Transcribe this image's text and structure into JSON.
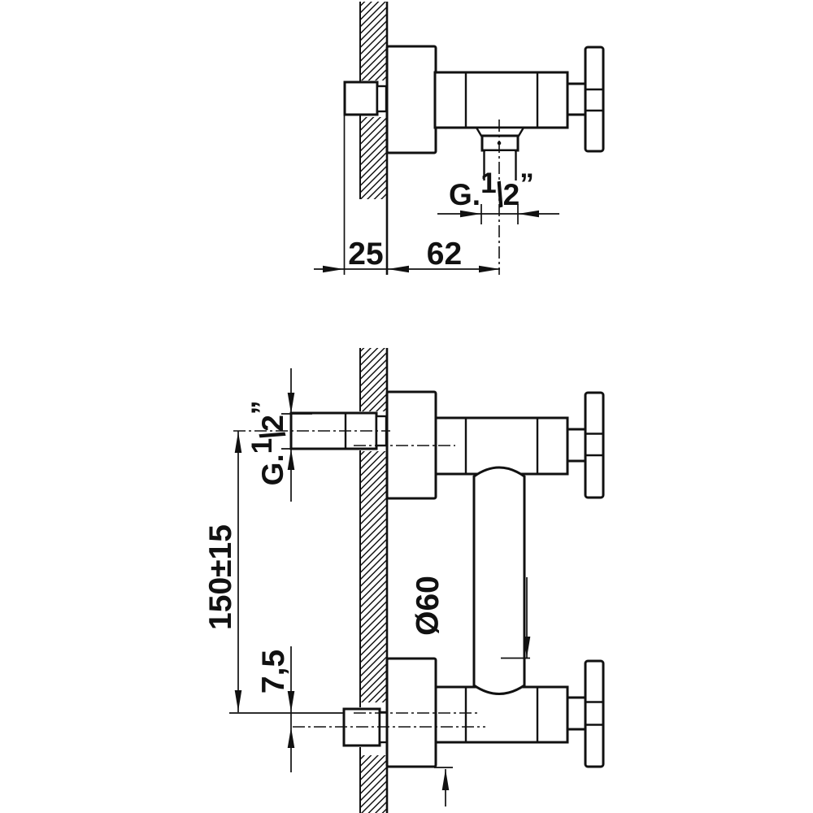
{
  "drawing": {
    "background": "#ffffff",
    "line_color": "#111111",
    "description": "Wall-mounted shower mixer installation drawing, two orthographic views",
    "top_view": {
      "dim_wall_depth": "25",
      "dim_outlet_offset": "62",
      "thread_label": {
        "prefix": "G.",
        "numerator": "1",
        "slash": "/",
        "denominator": "2",
        "unit": "”"
      }
    },
    "front_view": {
      "dim_inlet_spacing": "150±15",
      "dim_eccentric_offset": "7,5",
      "dim_plate_diameter": "Ø60",
      "thread_label": {
        "prefix": "G.",
        "numerator": "1",
        "slash": "/",
        "denominator": "2",
        "unit": "”"
      }
    }
  }
}
